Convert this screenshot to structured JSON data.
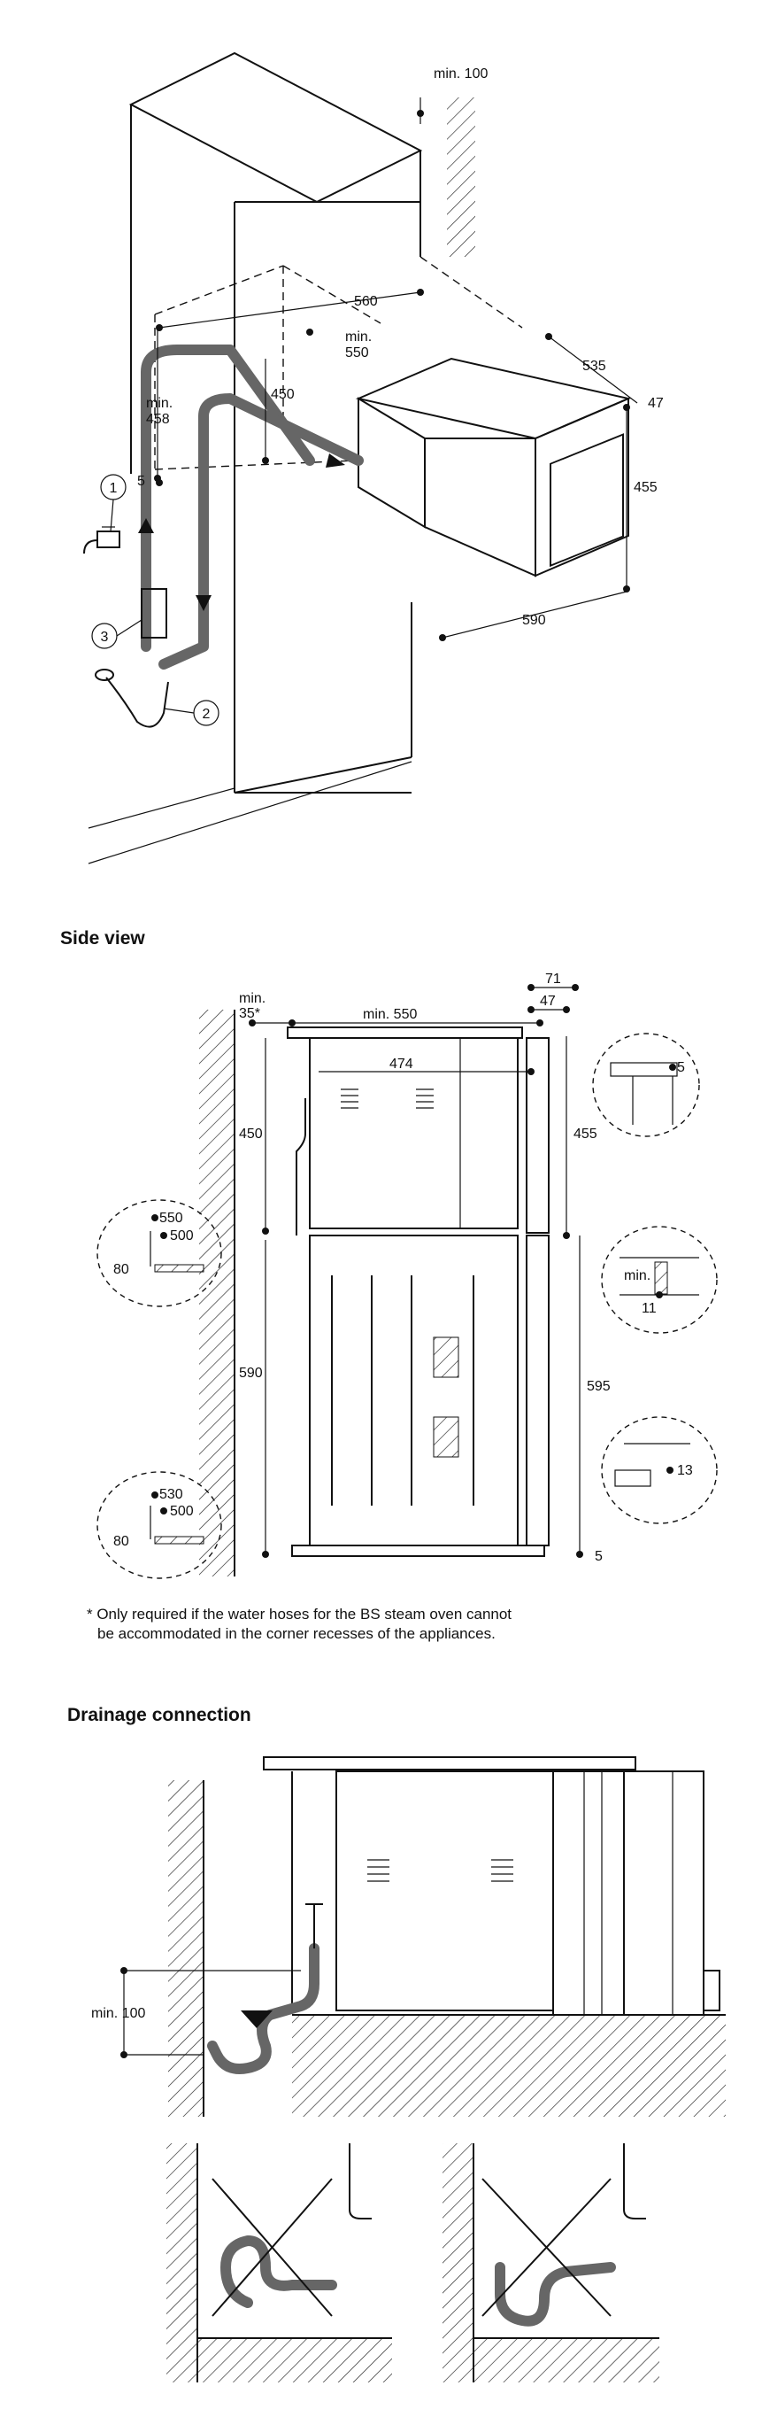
{
  "section1": {
    "dims": {
      "min100": "min. 100",
      "w560": "560",
      "min550": "min.\n550",
      "d535": "535",
      "d47": "47",
      "h450": "450",
      "min458": "min.\n458",
      "h455": "455",
      "s5": "5",
      "w590": "590"
    },
    "callouts": [
      "1",
      "2",
      "3"
    ]
  },
  "side_view": {
    "heading": "Side view",
    "dims": {
      "min35": "min.\n35*",
      "min550": "min. 550",
      "d71": "71",
      "d47": "47",
      "d474": "474",
      "h450": "450",
      "h455": "455",
      "h590": "590",
      "h595": "595",
      "det5": "5",
      "det_min": "min.",
      "det11": "11",
      "det13": "13",
      "bot5": "5",
      "c550": "550",
      "c500a": "500",
      "c80a": "80",
      "c530": "530",
      "c500b": "500",
      "c80b": "80"
    },
    "footnote_line1": "* Only required if the water hoses for the BS steam oven cannot",
    "footnote_line2": "be accommodated in the corner recesses of the appliances."
  },
  "drainage": {
    "heading": "Drainage connection",
    "min100": "min. 100"
  }
}
